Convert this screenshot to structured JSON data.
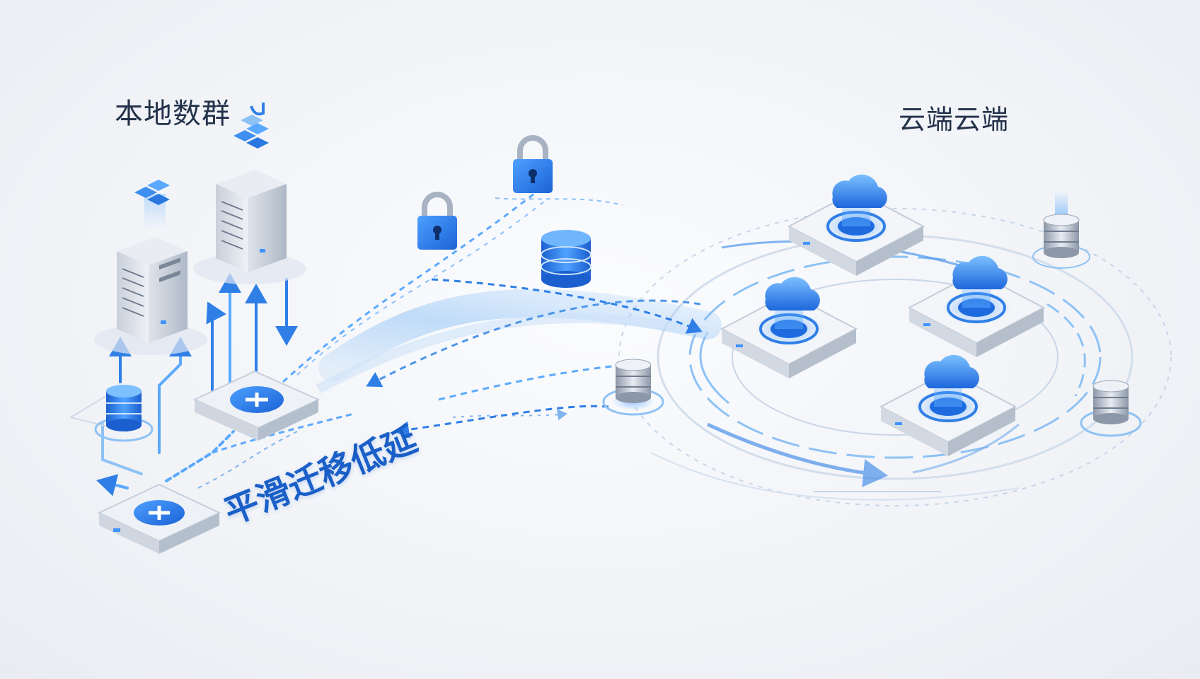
{
  "labels": {
    "local_title": "本地数群",
    "cloud_title": "云端云端",
    "migration_slogan": "平滑迁移低延"
  },
  "icons": [
    "server-icon",
    "network-switch-icon",
    "database-icon",
    "padlock-icon",
    "cloud-icon",
    "cloud-node-icon",
    "arrow-icon",
    "cube-cluster-icon"
  ],
  "colors": {
    "accent_blue": "#2f7fe6",
    "dark_blue": "#1a5fc7",
    "light_blue": "#8ec2f5",
    "metal_light": "#eef1f6",
    "metal_dark": "#9aa6b6",
    "text_dark": "#23324a",
    "background": "#f1f3f7"
  }
}
